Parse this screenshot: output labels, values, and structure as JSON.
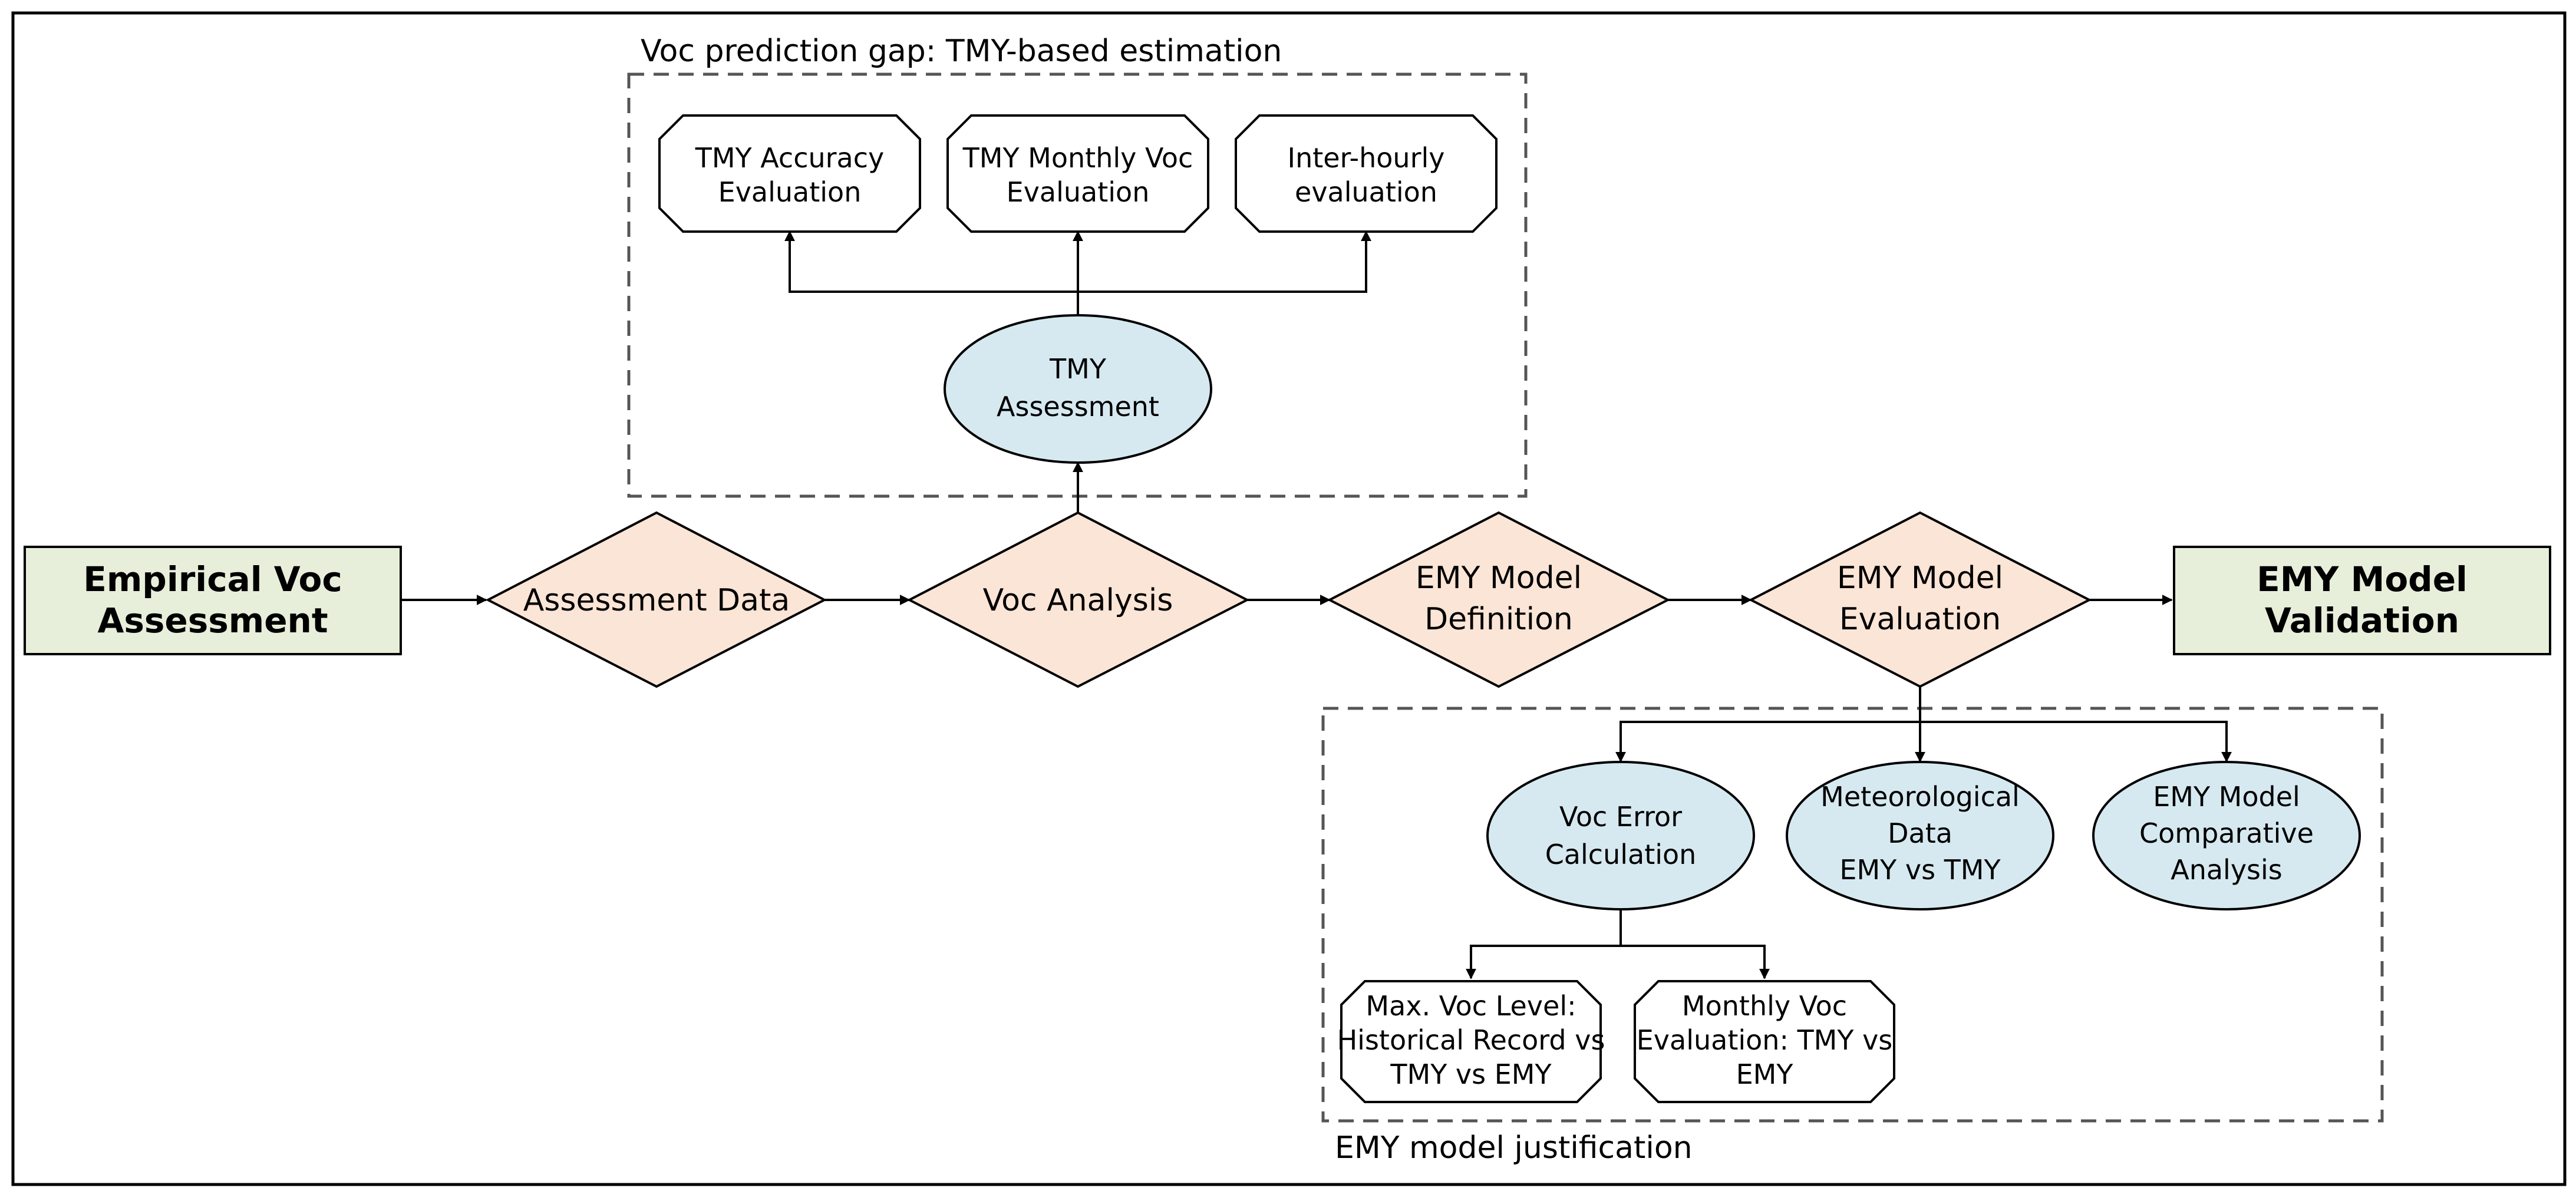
{
  "colors": {
    "terminal_fill": "#e7efdb",
    "diamond_fill": "#fbe5d6",
    "ellipse_fill": "#d6e9f0",
    "octagon_fill": "#ffffff",
    "line": "#000000",
    "group_border": "#555555"
  },
  "groups": {
    "top": {
      "title": "Voc prediction gap: TMY-based estimation"
    },
    "bottom": {
      "title": "EMY model justification"
    }
  },
  "terminals": {
    "start": {
      "lines": [
        "Empirical Voc",
        "Assessment"
      ]
    },
    "end": {
      "lines": [
        "EMY Model",
        "Validation"
      ]
    }
  },
  "decisions": {
    "assessment_data": {
      "lines": [
        "Assessment Data"
      ]
    },
    "voc_analysis": {
      "lines": [
        "Voc Analysis"
      ]
    },
    "emy_definition": {
      "lines": [
        "EMY Model",
        "Definition"
      ]
    },
    "emy_evaluation": {
      "lines": [
        "EMY Model",
        "Evaluation"
      ]
    }
  },
  "processes": {
    "tmy_assessment": {
      "lines": [
        "TMY",
        "Assessment"
      ]
    },
    "voc_error": {
      "lines": [
        "Voc Error",
        "Calculation"
      ]
    },
    "meteo": {
      "lines": [
        "Meteorological",
        "Data",
        "EMY vs TMY"
      ]
    },
    "emy_comparative": {
      "lines": [
        "EMY Model",
        "Comparative",
        "Analysis"
      ]
    }
  },
  "outputs": {
    "tmy_accuracy": {
      "lines": [
        "TMY Accuracy",
        "Evaluation"
      ]
    },
    "tmy_monthly": {
      "lines": [
        "TMY Monthly Voc",
        "Evaluation"
      ]
    },
    "inter_hourly": {
      "lines": [
        "Inter-hourly",
        "evaluation"
      ]
    },
    "max_voc": {
      "lines": [
        "Max. Voc Level:",
        "Historical Record vs",
        "TMY vs EMY"
      ]
    },
    "monthly_voc": {
      "lines": [
        "Monthly Voc",
        "Evaluation: TMY vs",
        "EMY"
      ]
    }
  }
}
